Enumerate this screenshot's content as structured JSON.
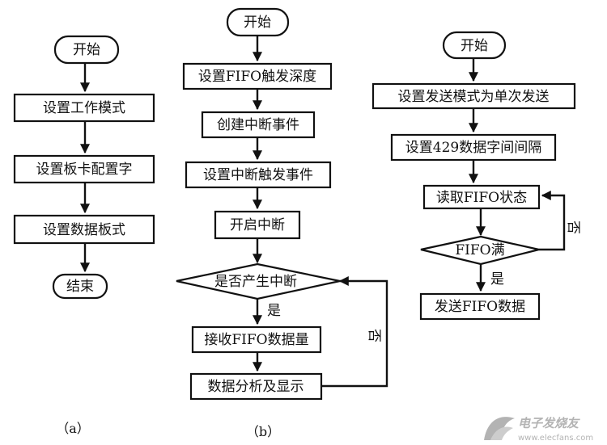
{
  "diagram_a": {
    "start": "开始",
    "step1": "设置工作模式",
    "step2": "设置板卡配置字",
    "step3": "设置数据板式",
    "end": "结束",
    "caption": "（a）"
  },
  "diagram_b": {
    "start": "开始",
    "step1": "设置FIFO触发深度",
    "step2": "创建中断事件",
    "step3": "设置中断触发事件",
    "step4": "开启中断",
    "decision": "是否产生中断",
    "yes_label": "是",
    "no_label": "否",
    "step5": "接收FIFO数据量",
    "step6": "数据分析及显示",
    "caption": "（b）"
  },
  "diagram_c": {
    "start": "开始",
    "step1": "设置发送模式为单次发送",
    "step2": "设置429数据字间间隔",
    "step3": "读取FIFO状态",
    "decision": "FIFO满",
    "yes_label": "是",
    "no_label": "否",
    "step4": "发送FIFO数据"
  },
  "watermark": {
    "brand": "电子发烧友",
    "url": "www.elecfans.com"
  }
}
